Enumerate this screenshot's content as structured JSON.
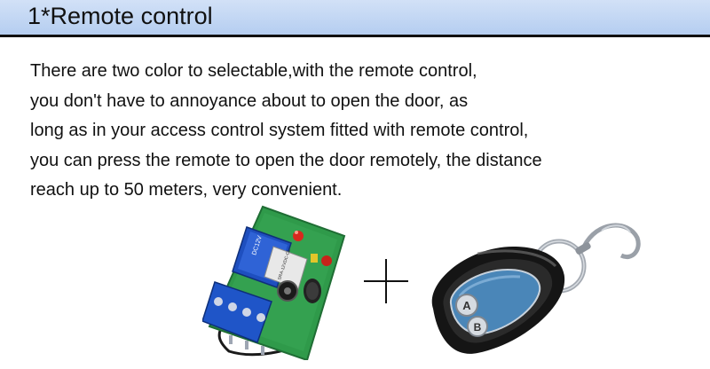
{
  "header": {
    "title": "1*Remote control"
  },
  "description": {
    "lines": [
      "There are two color to selectable,with the remote control,",
      "you don't have to annoyance about to open the door, as",
      "long as in your access control system fitted with remote control,",
      "you can press the remote to open the door remotely, the distance",
      "reach up to 50 meters, very convenient."
    ]
  },
  "products": {
    "relay_board": {
      "relay_label": "DC12V",
      "chip_label": "SRA-12VDC-CL"
    },
    "remote_fob": {
      "button_a_label": "A",
      "button_b_label": "B"
    }
  },
  "colors": {
    "header_band_top": "#d2e1f7",
    "header_band_bottom": "#b4cdf0",
    "header_rule": "#111111",
    "text": "#111111",
    "pcb_green": "#2f9a4a",
    "terminal_blue": "#1f55c8",
    "fob_black": "#151515",
    "fob_panel": "#4a86b8"
  }
}
